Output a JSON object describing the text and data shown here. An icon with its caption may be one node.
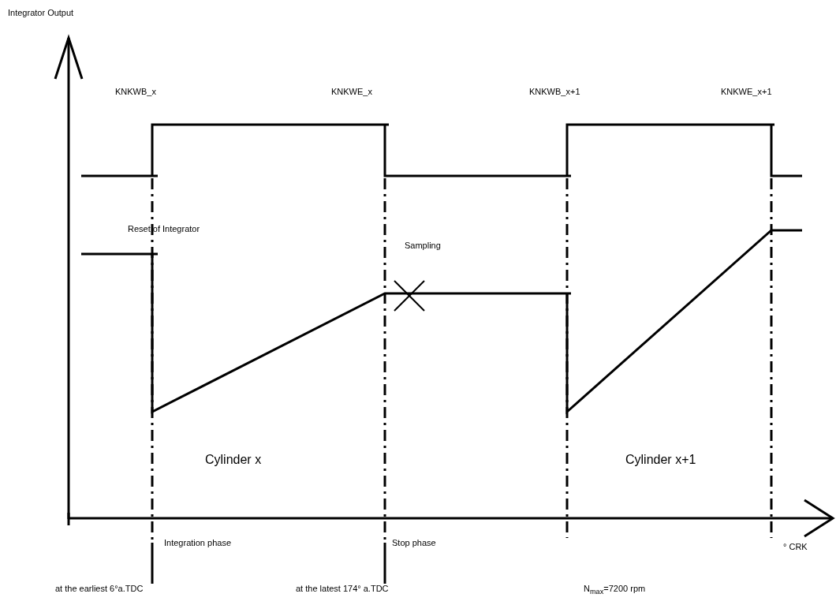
{
  "diagram": {
    "labels": [
      "Integrator Output",
      "KNKWB_x",
      "KNKWE_x",
      "KNKWB_x+1",
      "KNKWE_x+1",
      "Reset of Integrator",
      "Sampling",
      "Cylinder x",
      "Cylinder x+1",
      "Integration phase",
      "Stop phase",
      "° CRK",
      "at the earliest 6°a.TDC",
      "at the latest 174° a.TDC",
      "N$_{max}$=7200 rpm"
    ]
  }
}
